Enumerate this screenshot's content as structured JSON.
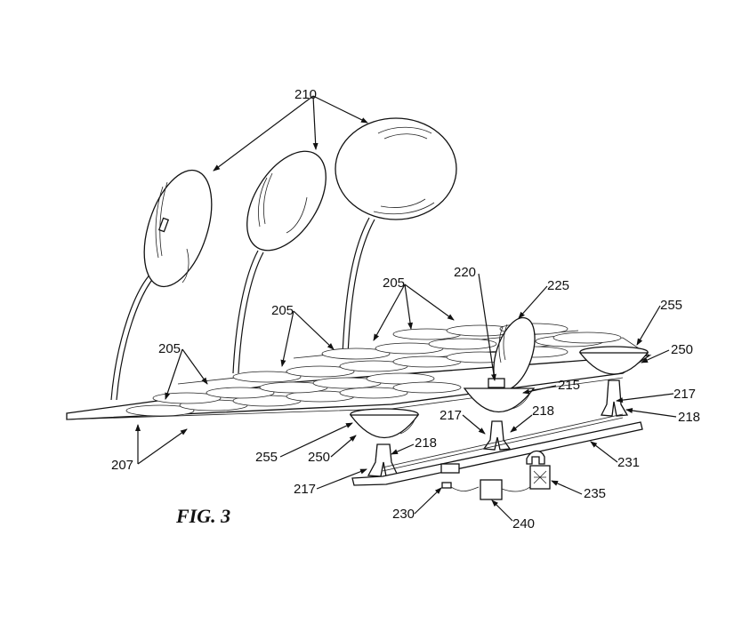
{
  "figure": {
    "title": "FIG. 3",
    "labels": {
      "mirrors": "210",
      "panel_cells_a": "205",
      "panel_cells_b": "205",
      "panel_cells_c": "205",
      "panel_base": "207",
      "sensor": "220",
      "reflector_dish": "225",
      "dish_right_rim": "255",
      "dish_right_bowl": "250",
      "dish_center_bowl": "215",
      "center_leg_a": "217",
      "center_leg_b": "218",
      "right_leg_a": "217",
      "right_leg_b": "218",
      "rail": "231",
      "left_rim": "255",
      "left_bowl": "250",
      "left_leg_b": "218",
      "left_leg_a": "217",
      "connector": "230",
      "controller_box": "240",
      "heat_exchanger": "235"
    }
  }
}
